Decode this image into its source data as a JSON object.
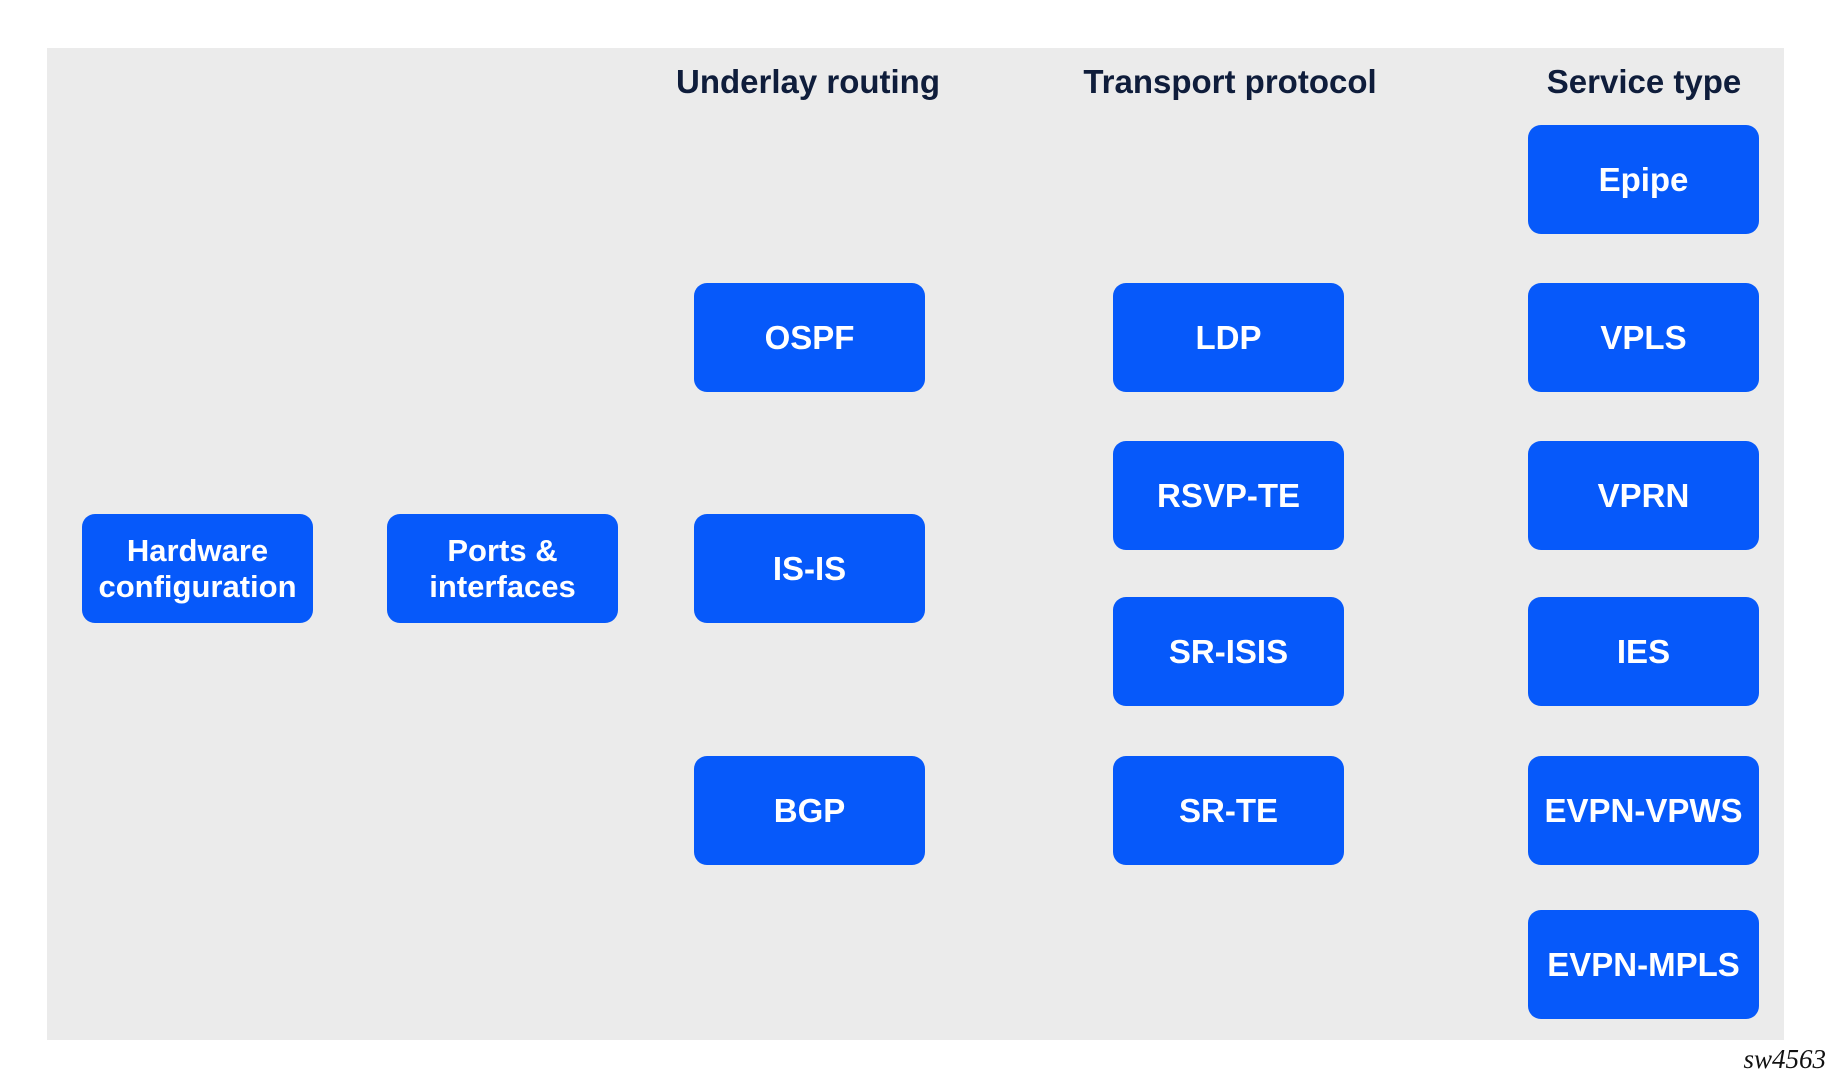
{
  "diagram": {
    "headers": {
      "underlay": {
        "label": "Underlay routing"
      },
      "transport": {
        "label": "Transport protocol"
      },
      "service": {
        "label": "Service type"
      }
    },
    "nodes": {
      "hardware": {
        "label": "Hardware\nconfiguration"
      },
      "ports": {
        "label": "Ports &\ninterfaces"
      },
      "ospf": {
        "label": "OSPF"
      },
      "isis": {
        "label": "IS-IS"
      },
      "bgp": {
        "label": "BGP"
      },
      "ldp": {
        "label": "LDP"
      },
      "rsvp_te": {
        "label": "RSVP-TE"
      },
      "sr_isis": {
        "label": "SR-ISIS"
      },
      "sr_te": {
        "label": "SR-TE"
      },
      "epipe": {
        "label": "Epipe"
      },
      "vpls": {
        "label": "VPLS"
      },
      "vprn": {
        "label": "VPRN"
      },
      "ies": {
        "label": "IES"
      },
      "evpn_vpws": {
        "label": "EVPN-VPWS"
      },
      "evpn_mpls": {
        "label": "EVPN-MPLS"
      }
    },
    "watermark": "sw4563",
    "colors": {
      "node_fill": "#0659fa",
      "node_text": "#ffffff",
      "header_text": "#0f1d3b",
      "panel_background": "#ebebeb",
      "page_background": "#ffffff",
      "watermark_text": "#111111"
    }
  }
}
